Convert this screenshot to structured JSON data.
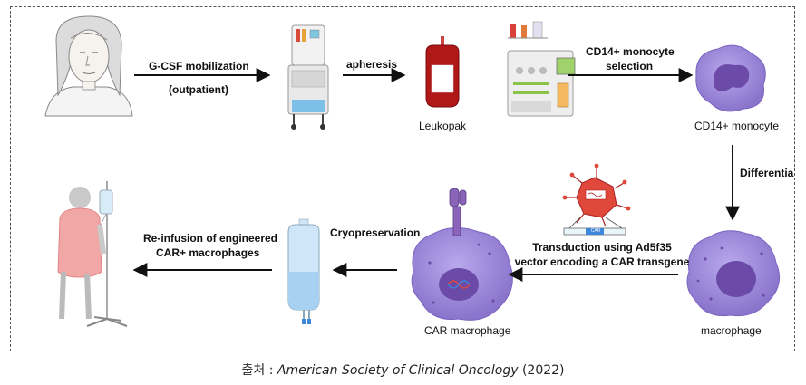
{
  "diagram": {
    "steps": {
      "gcsf": "G-CSF mobilization",
      "outpatient": "(outpatient)",
      "apheresis": "apheresis",
      "leukopak": "Leukopak",
      "cd14_selection_1": "CD14+ monocyte",
      "cd14_selection_2": "selection",
      "cd14_monocyte": "CD14+ monocyte",
      "differentiation": "Differentia",
      "macrophage": "macrophage",
      "transduction_1": "Transduction using Ad5f35",
      "transduction_2": "vector encoding a CAR transgene",
      "car_macrophage": "CAR macrophage",
      "cryopreservation": "Cryopreservation",
      "reinfusion_1": "Re-infusion of engineered",
      "reinfusion_2": "CAR+ macrophages",
      "vector_label": "CAR"
    },
    "colors": {
      "cell_purple": "#9a86d6",
      "nucleus": "#6b4aa8",
      "blood_red": "#b01818",
      "virus_red": "#e0483c",
      "gown_pink": "#f2a7a7",
      "bag_blue": "#bcdcf5"
    }
  },
  "caption": {
    "prefix": "출처 : ",
    "source": "American Society of Clinical Oncology",
    "year": " (2022)"
  }
}
